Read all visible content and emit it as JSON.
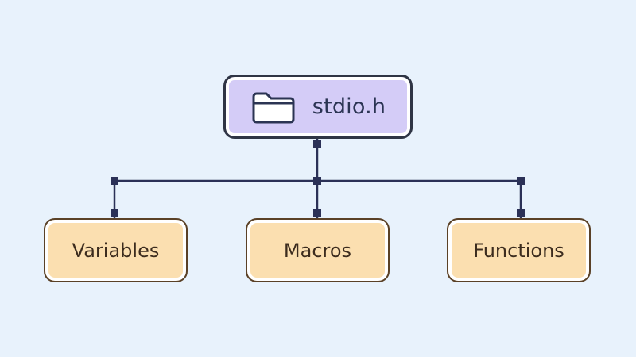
{
  "colors": {
    "background": "#E8F2FC",
    "root_fill": "#D4CCF7",
    "root_border": "#2F3545",
    "child_fill": "#FBDFB0",
    "child_border": "#5A4127",
    "connector": "#2B3157"
  },
  "root": {
    "label": "stdio.h",
    "icon": "folder-icon"
  },
  "children": [
    {
      "label": "Variables"
    },
    {
      "label": "Macros"
    },
    {
      "label": "Functions"
    }
  ]
}
